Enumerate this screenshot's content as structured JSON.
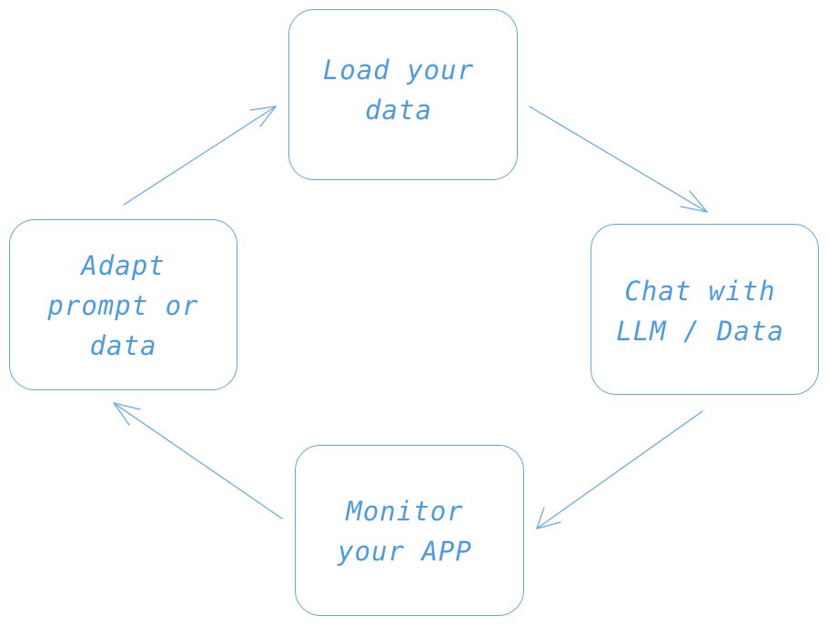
{
  "diagram": {
    "type": "cycle-flow",
    "accent_color": "#4b9be3",
    "nodes": [
      {
        "id": "load",
        "label": "Load your\ndata"
      },
      {
        "id": "chat",
        "label": "Chat with\nLLM / Data"
      },
      {
        "id": "monitor",
        "label": "Monitor\nyour APP"
      },
      {
        "id": "adapt",
        "label": "Adapt\nprompt or\ndata"
      }
    ],
    "edges": [
      {
        "from": "load",
        "to": "chat"
      },
      {
        "from": "chat",
        "to": "monitor"
      },
      {
        "from": "monitor",
        "to": "adapt"
      },
      {
        "from": "adapt",
        "to": "load"
      }
    ]
  }
}
